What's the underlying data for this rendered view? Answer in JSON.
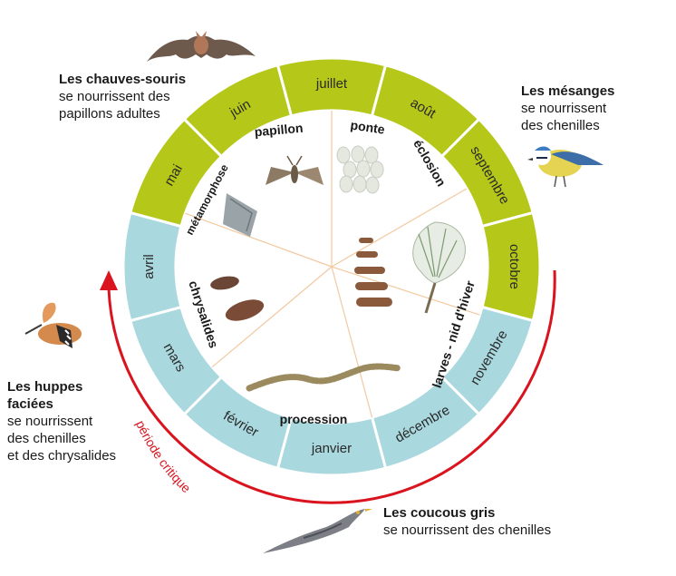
{
  "diagram": {
    "months": [
      {
        "label": "juillet",
        "season": "summer"
      },
      {
        "label": "août",
        "season": "summer"
      },
      {
        "label": "septembre",
        "season": "summer"
      },
      {
        "label": "octobre",
        "season": "summer"
      },
      {
        "label": "novembre",
        "season": "winter"
      },
      {
        "label": "décembre",
        "season": "winter"
      },
      {
        "label": "janvier",
        "season": "winter"
      },
      {
        "label": "février",
        "season": "winter"
      },
      {
        "label": "mars",
        "season": "winter"
      },
      {
        "label": "avril",
        "season": "winter"
      },
      {
        "label": "mai",
        "season": "summer"
      },
      {
        "label": "juin",
        "season": "summer"
      }
    ],
    "stages": {
      "papillon": "papillon",
      "ponte": "ponte",
      "eclosion": "éclosion",
      "larves": "larves - nid d'hiver",
      "procession": "procession",
      "chrysalides": "chrysalides",
      "metamorphose": "métamorphose"
    },
    "critical_period": "période critique",
    "colors": {
      "summer": "#b5c718",
      "winter": "#a9d8df",
      "critical": "#d9141e",
      "divider": "#f2c9a0"
    }
  },
  "predators": {
    "bats": {
      "title": "Les chauves-souris",
      "line1": "se nourrissent des",
      "line2": "papillons adultes",
      "icon": "bat-icon"
    },
    "tits": {
      "title": "Les mésanges",
      "line1": "se nourrissent",
      "line2": "des chenilles",
      "icon": "blue-tit-icon"
    },
    "hoopoes": {
      "title1": "Les huppes",
      "title2": "faciées",
      "line1": "se nourrissent",
      "line2": "des chenilles",
      "line3": "et des chrysalides",
      "icon": "hoopoe-icon"
    },
    "cuckoos": {
      "title": "Les coucous gris",
      "line1": "se nourrissent des chenilles",
      "icon": "cuckoo-icon"
    }
  }
}
